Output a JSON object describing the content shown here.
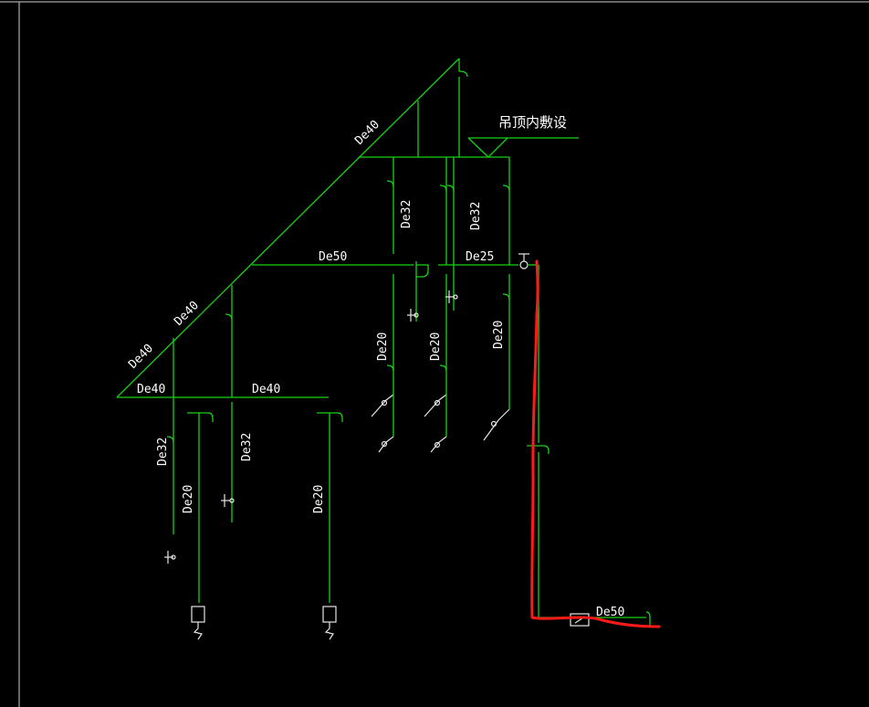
{
  "colors": {
    "background": "#000000",
    "pipe": "#17d117",
    "fixture": "#e6e6e6",
    "markup": "#ff1a1a",
    "text": "#ffffff"
  },
  "annotations": {
    "ceiling_note": "吊顶内敷设"
  },
  "pipe_labels": {
    "diag_top": "De40",
    "diag_mid": "De40",
    "diag_low": "De40",
    "horiz_de50": "De50",
    "horiz_de25": "De25",
    "horiz_low_a": "De40",
    "horiz_low_b": "De40",
    "vert_de32_a": "De32",
    "vert_de32_b": "De32",
    "vert_de20_a": "De20",
    "vert_de20_b": "De20",
    "vert_de20_c": "De20",
    "vert_low_de32_a": "De32",
    "vert_low_de32_b": "De32",
    "vert_low_de20_a": "De20",
    "vert_low_de20_b": "De20",
    "bottom_de50": "De50"
  }
}
